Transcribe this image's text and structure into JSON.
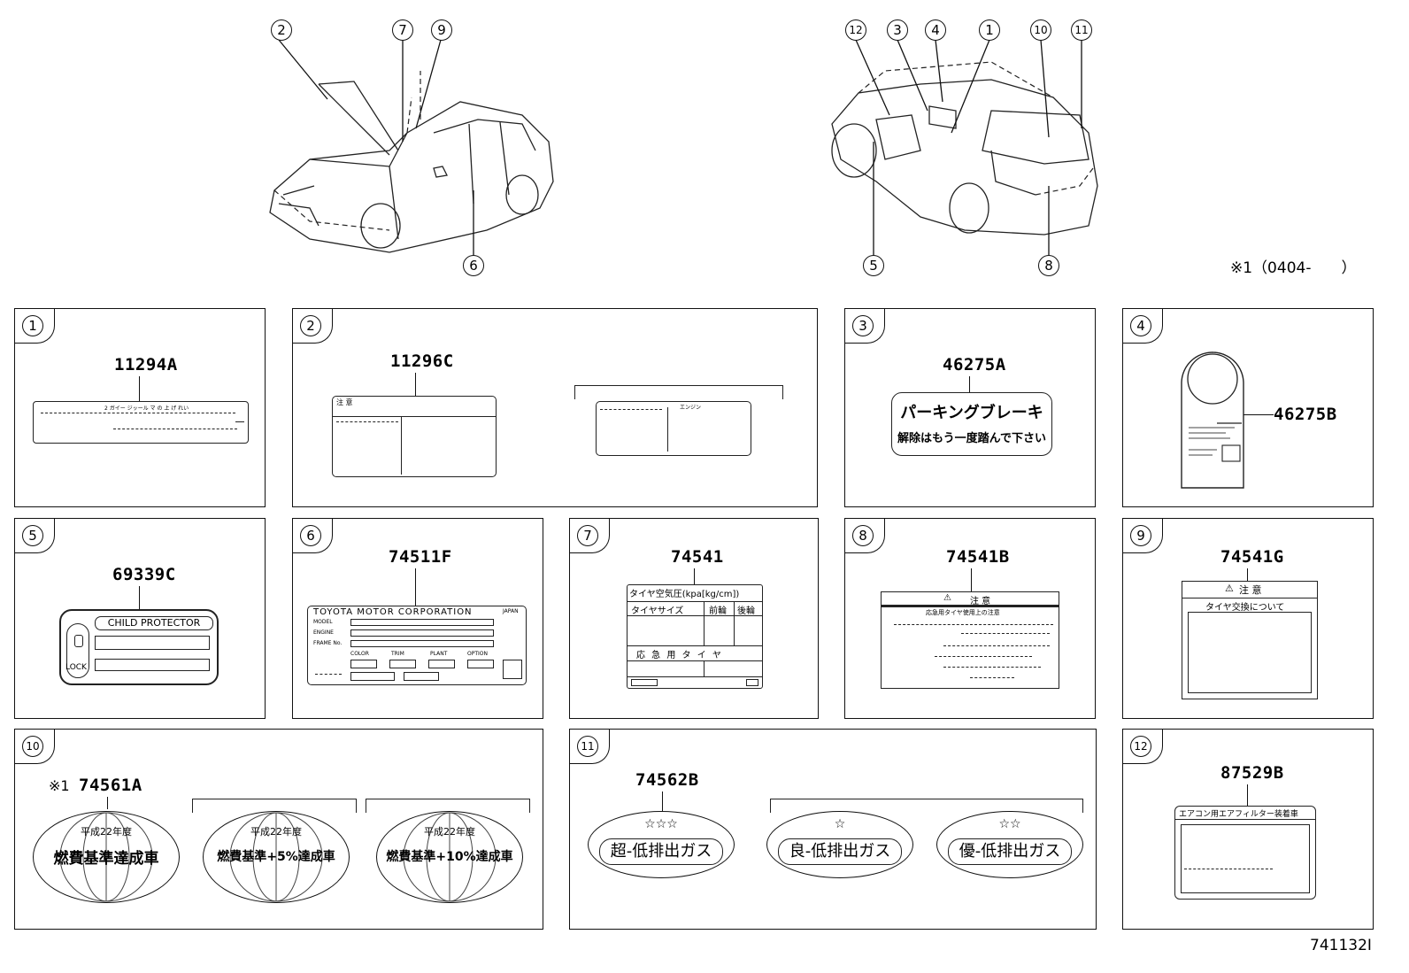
{
  "callouts_left": [
    "2",
    "7",
    "9",
    "6"
  ],
  "callouts_right": [
    "12",
    "3",
    "4",
    "1",
    "10",
    "11",
    "5",
    "8"
  ],
  "note": "※1（0404-　　）",
  "footer_code": "741132I",
  "panels": {
    "p1": {
      "num": "1",
      "part": "11294A",
      "label_text": "2 ガイー ジッール マ の 上 げ れい"
    },
    "p2": {
      "num": "2",
      "part": "11296C",
      "caution_title": "注 意",
      "engine_tag": "エンジン"
    },
    "p3": {
      "num": "3",
      "part": "46275A",
      "line1": "パーキングブレーキ",
      "line2": "解除はもう一度踏んで下さい"
    },
    "p4": {
      "num": "4",
      "part": "46275B"
    },
    "p5": {
      "num": "5",
      "part": "69339C",
      "title": "CHILD PROTECTOR",
      "lock": "LOCK"
    },
    "p6": {
      "num": "6",
      "part": "74511F",
      "title": "TOYOTA MOTOR CORPORATION",
      "japan": "JAPAN",
      "model": "MODEL",
      "engine": "ENGINE",
      "frame": "FRAME No.",
      "color": "COLOR",
      "trim": "TRIM",
      "plant": "PLANT",
      "option": "OPTION"
    },
    "p7": {
      "num": "7",
      "part": "74541",
      "title": "タイヤ空気圧(kpa[kg/cm])",
      "size": "タイヤサイズ",
      "front": "前輪",
      "rear": "後輪",
      "spare": "応 急 用 タ イ ヤ"
    },
    "p8": {
      "num": "8",
      "part": "74541B",
      "title": "注 意",
      "sub": "応急用タイヤ使用上の注意"
    },
    "p9": {
      "num": "9",
      "part": "74541G",
      "title": "注 意",
      "sub": "タイヤ交換について"
    },
    "p10": {
      "num": "10",
      "mark": "※1",
      "part": "74561A",
      "year": "平成22年度",
      "e1": "燃費基準達成車",
      "e2": "燃費基準+5%達成車",
      "e3": "燃費基準+10%達成車"
    },
    "p11": {
      "num": "11",
      "part": "74562B",
      "s1": "☆☆☆",
      "t1": "超-低排出ガス",
      "s2": "☆",
      "t2": "良-低排出ガス",
      "s3": "☆☆",
      "t3": "優-低排出ガス"
    },
    "p12": {
      "num": "12",
      "part": "87529B",
      "title": "エアコン用エアフィルター装着車"
    }
  }
}
